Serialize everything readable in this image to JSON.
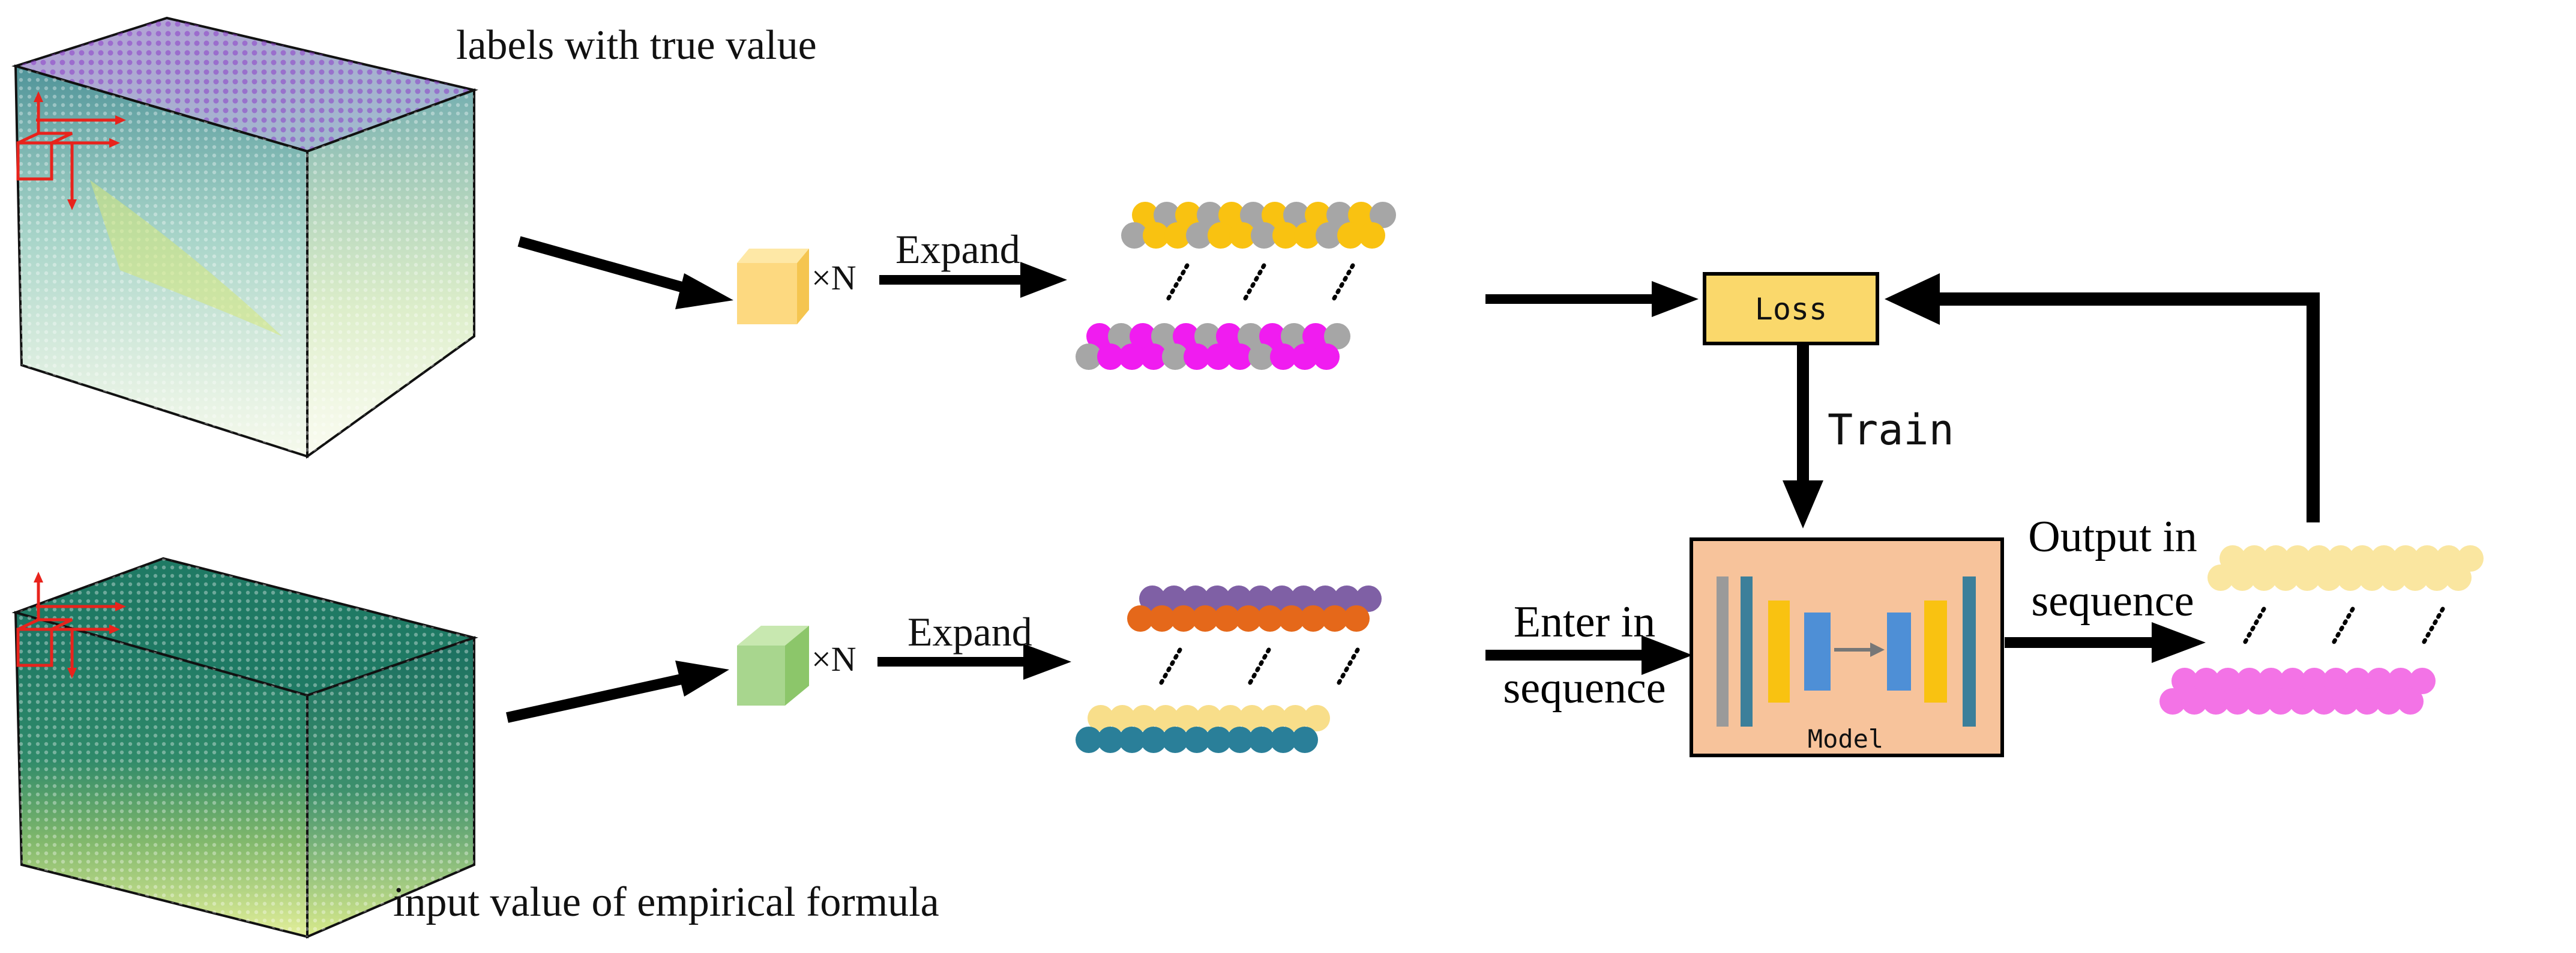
{
  "labels": {
    "top_cube_caption": "labels with true value",
    "bottom_cube_caption": "input value of empirical formula",
    "times_n_top": "×N",
    "times_n_bottom": "×N",
    "expand_top": "Expand",
    "expand_bottom": "Expand",
    "loss": "Loss",
    "train": "Train",
    "enter_line1": "Enter in",
    "enter_line2": "sequence",
    "output_line1": "Output in",
    "output_line2": "sequence",
    "model": "Model"
  },
  "colors": {
    "yellow": "#F9C211",
    "gray": "#A6A6A6",
    "magenta": "#F01CF0",
    "purple": "#7F60A5",
    "orange": "#E5681A",
    "light_yellow": "#F8DE8A",
    "teal": "#2A7F99",
    "output_yellow": "#FAE6A0",
    "output_pink": "#F373E6",
    "loss_fill": "#FAD86B",
    "model_fill": "#F7C39B",
    "model_dark_bar": "#3C7F9A",
    "model_yellow_bar": "#F9C211",
    "model_blue_bar": "#4E8FD6",
    "model_gray_bar": "#9A9A9A",
    "cube_top_point": "#8A35C8",
    "cube_green": "#1F7A64",
    "cube_yellow_green": "#D6E87A",
    "small_cube_yellow": "#FDD980",
    "small_cube_green": "#A8D68E",
    "red_axis": "#E8231C"
  }
}
